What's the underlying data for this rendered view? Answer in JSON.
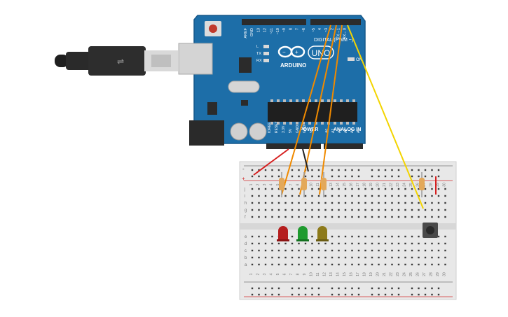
{
  "board": {
    "brand": "ARDUINO",
    "model": "UNO",
    "digital_header": "DIGITAL (PWM ~)",
    "power_header": "POWER",
    "analog_header": "ANALOG IN",
    "on_label": "ON",
    "led_labels": [
      "L",
      "TX",
      "RX"
    ],
    "top_pins": [
      "AREF",
      "GND",
      "13",
      "12",
      "~11",
      "~10",
      "~9",
      "8",
      "7",
      "~6",
      "~5",
      "4",
      "~3",
      "2",
      "TX→1",
      "RX←0"
    ],
    "power_pins": [
      "IOREF",
      "RESET",
      "3.3V",
      "5V",
      "GND",
      "GND",
      "Vin"
    ],
    "analog_pins": [
      "A0",
      "A1",
      "A2",
      "A3",
      "A4",
      "A5"
    ],
    "colors": {
      "pcb": "#1d6ea8",
      "pcb_dark": "#17588a",
      "header": "#2b2b2b",
      "reset_button": "#c0392b"
    }
  },
  "cable": {
    "colors": {
      "plug": "#2d2d2d",
      "usb_b": "#d9d9d9"
    }
  },
  "breadboard": {
    "rows_top": [
      "j",
      "i",
      "h",
      "g",
      "f"
    ],
    "rows_bottom": [
      "e",
      "d",
      "c",
      "b",
      "a"
    ],
    "column_labels": [
      "1",
      "2",
      "3",
      "4",
      "5",
      "6",
      "7",
      "8",
      "9",
      "10",
      "11",
      "12",
      "13",
      "14",
      "15",
      "16",
      "17",
      "18",
      "19",
      "20",
      "21",
      "22",
      "23",
      "24",
      "25",
      "26",
      "27",
      "28",
      "29",
      "30"
    ],
    "rail_plus": "+",
    "rail_minus": "-",
    "colors": {
      "body": "#e8e8e8",
      "hole": "#3a3a3a",
      "rail_red": "#d22c2c"
    }
  },
  "components": {
    "leds": [
      {
        "name": "red-led",
        "color": "#b51e1e"
      },
      {
        "name": "green-led",
        "color": "#1e9a2e"
      },
      {
        "name": "yellow-led",
        "color": "#8d7a1a"
      }
    ],
    "resistor_count": 4,
    "pushbutton": "push-button"
  },
  "wires": {
    "colors": {
      "orange": "#f08a00",
      "yellow": "#f3d400",
      "red": "#d62020",
      "black": "#222222"
    }
  }
}
